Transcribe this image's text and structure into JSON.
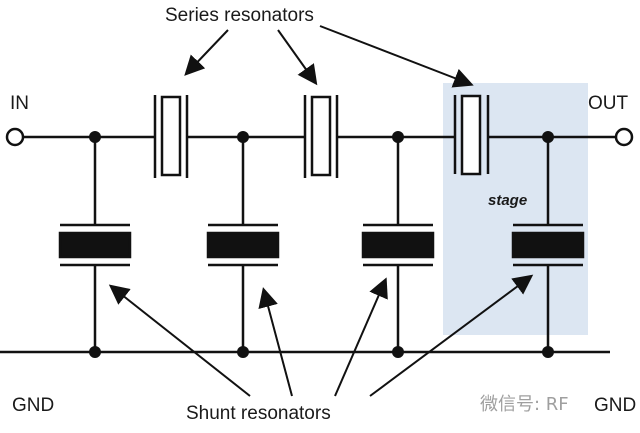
{
  "labels": {
    "series": "Series resonators",
    "shunt": "Shunt resonators",
    "in": "IN",
    "out": "OUT",
    "gnd_left": "GND",
    "gnd_right": "GND",
    "stage": "stage"
  },
  "watermark": "微信号: RF",
  "colors": {
    "stage_highlight": "#dce6f2",
    "line": "#111111"
  }
}
